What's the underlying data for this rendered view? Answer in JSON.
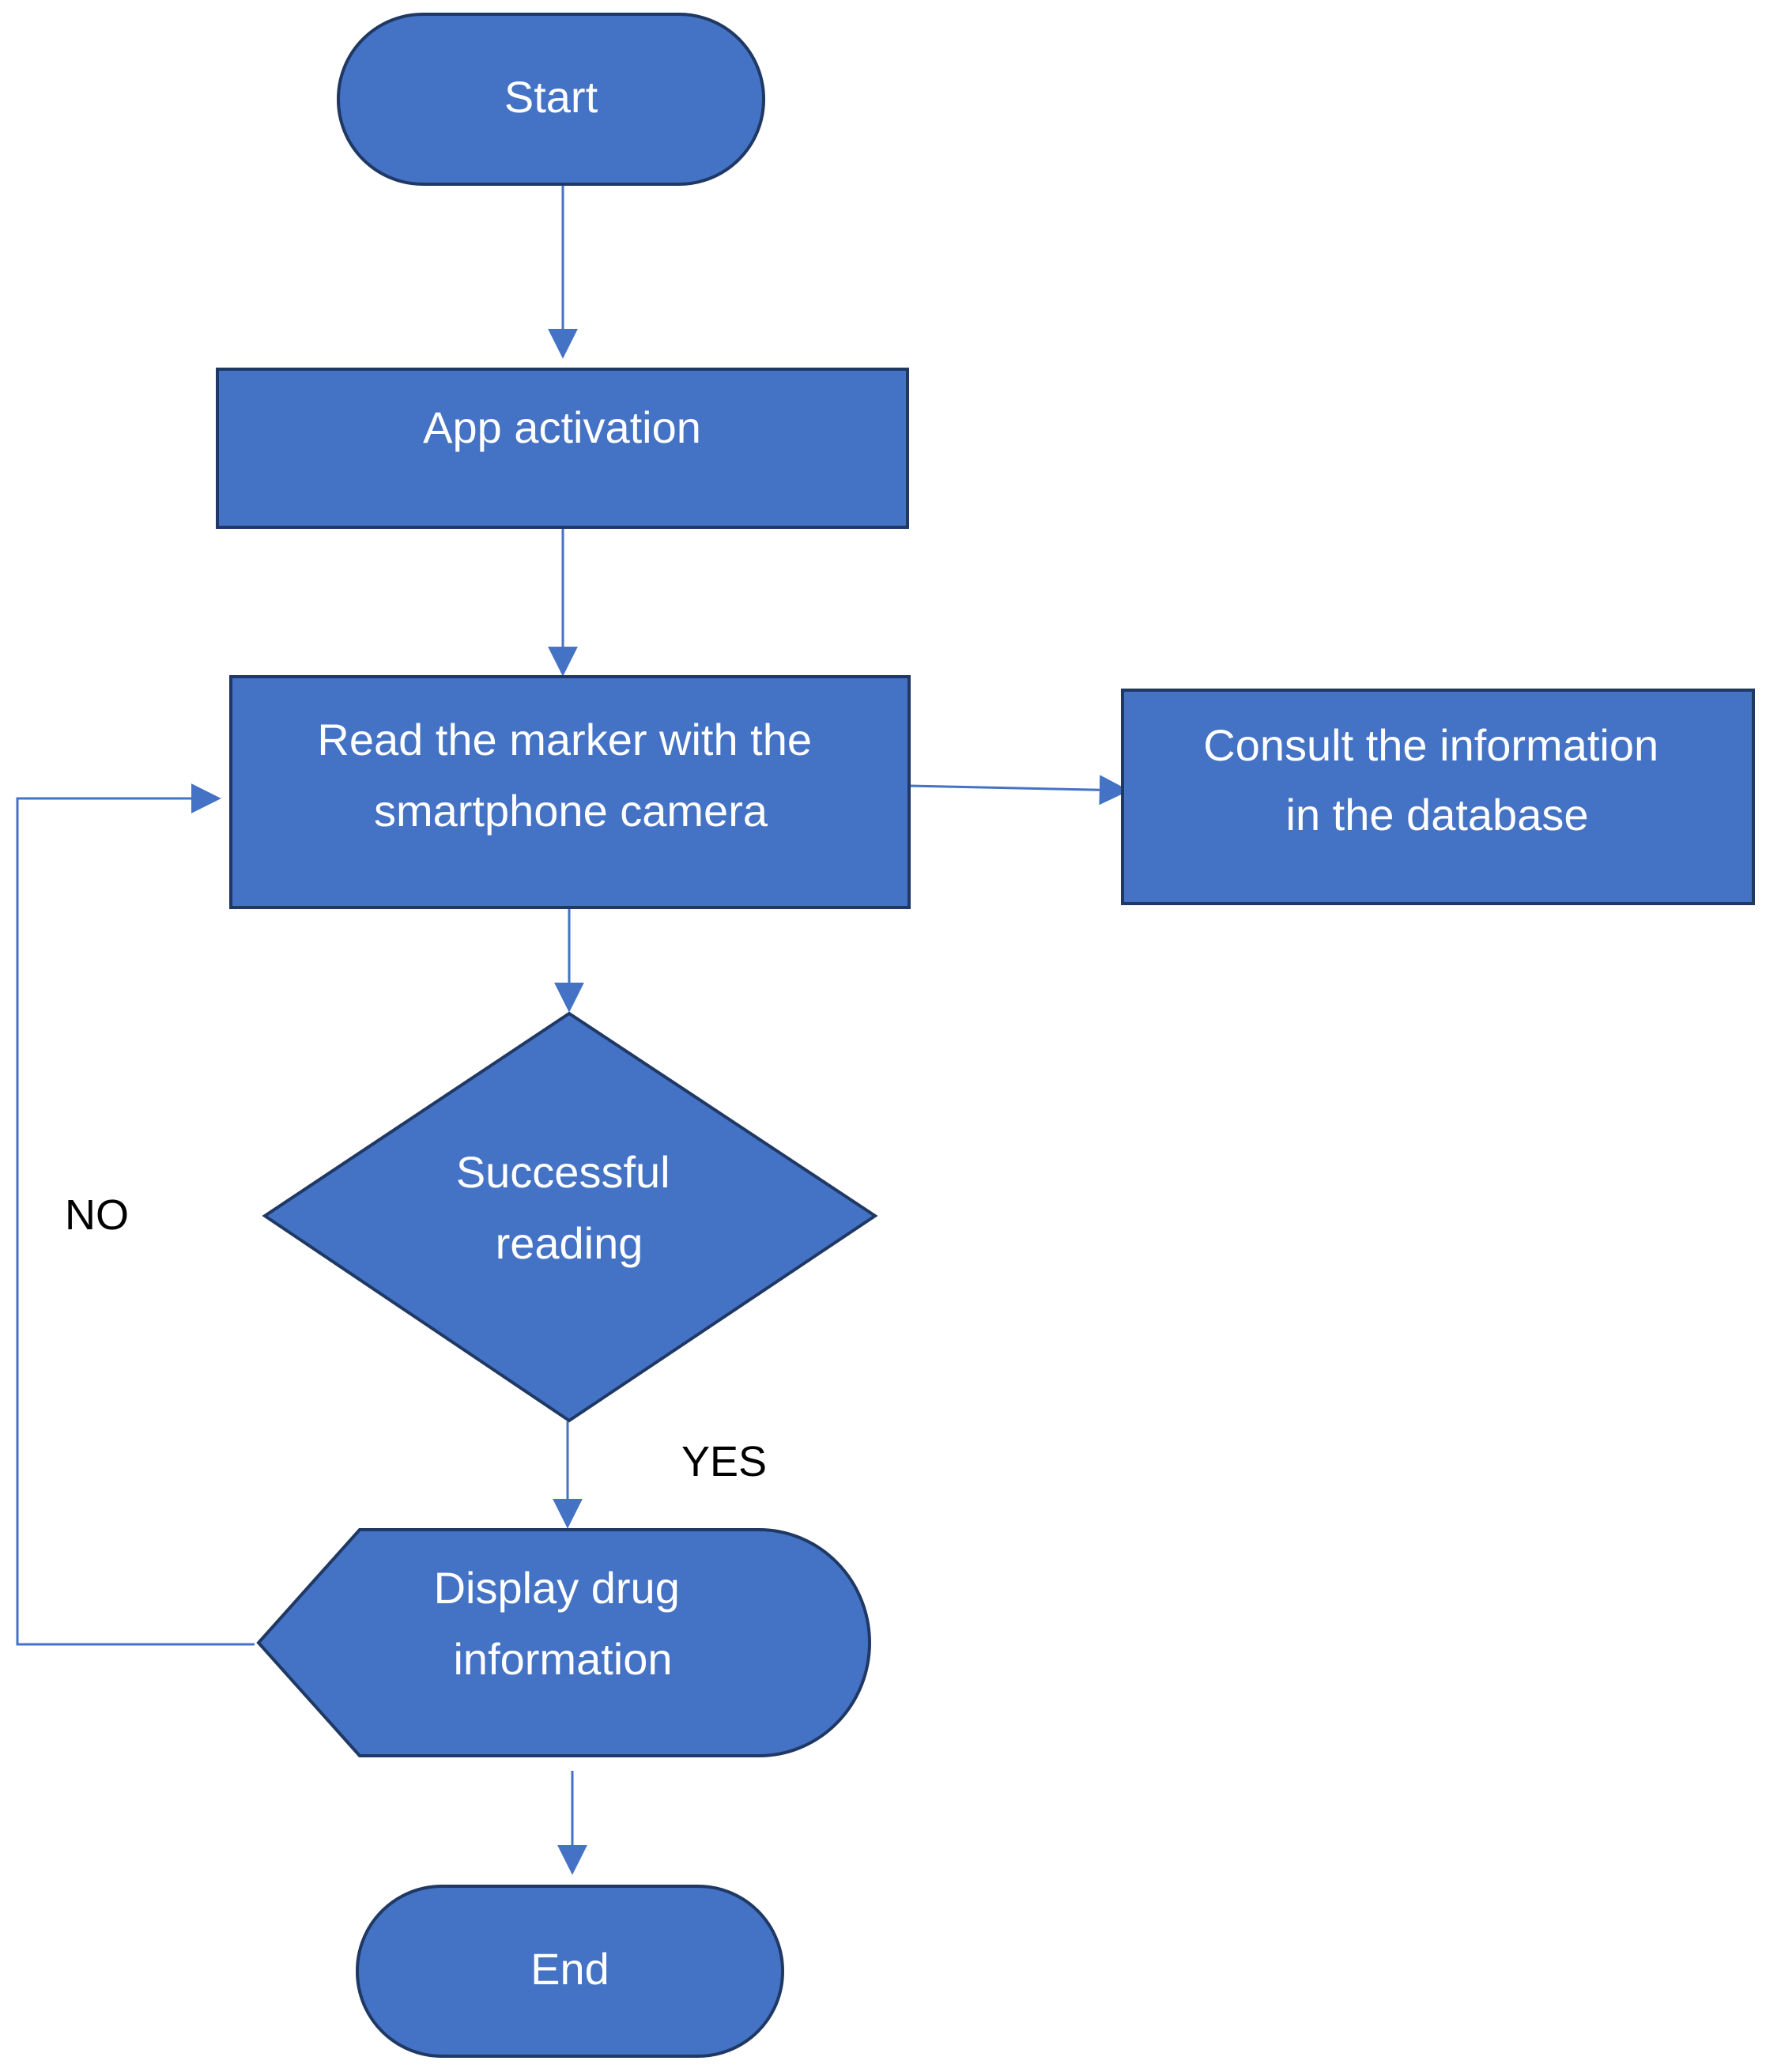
{
  "colors": {
    "node_fill": "#4472C4",
    "node_stroke": "#1f3864",
    "connector": "#4472C4",
    "node_text": "#ffffff",
    "edge_text": "#000000"
  },
  "nodes": {
    "start": {
      "shape": "terminator",
      "label": "Start"
    },
    "app_activation": {
      "shape": "process",
      "label": "App activation"
    },
    "read_marker": {
      "shape": "process",
      "lines": [
        "Read the marker with the",
        "smartphone camera"
      ]
    },
    "consult_database": {
      "shape": "process",
      "lines": [
        "Consult the information",
        "in the database"
      ]
    },
    "successful_reading": {
      "shape": "decision",
      "lines": [
        "Successful",
        "reading"
      ]
    },
    "display_info": {
      "shape": "display",
      "lines": [
        "Display drug",
        "information"
      ]
    },
    "end": {
      "shape": "terminator",
      "label": "End"
    }
  },
  "edges": {
    "no": "NO",
    "yes": "YES"
  }
}
